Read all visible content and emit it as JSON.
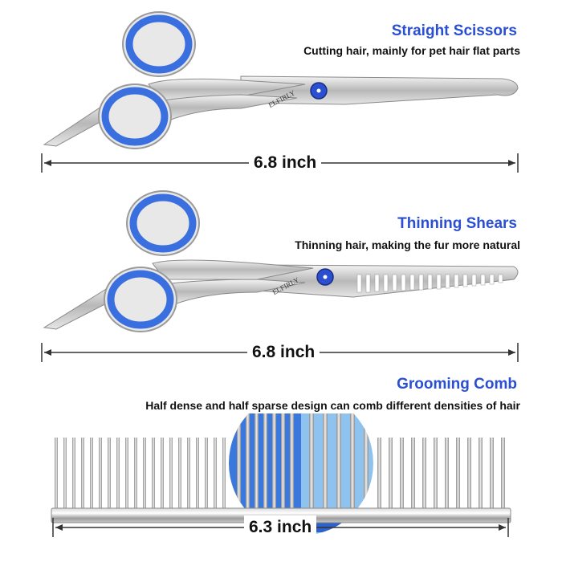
{
  "accent_color": "#2a4fd1",
  "ring_color": "#3a6fe0",
  "straight_scissors": {
    "title": "Straight Scissors",
    "description": "Cutting hair, mainly for pet hair flat parts",
    "brand": "ELFIRLY",
    "length": "6.8 inch"
  },
  "thinning_shears": {
    "title": "Thinning Shears",
    "description": "Thinning hair, making the fur more natural",
    "brand": "ELFIRLY",
    "length": "6.8 inch"
  },
  "grooming_comb": {
    "title": "Grooming Comb",
    "description": "Half dense and half sparse design can comb different densities of hair",
    "length": "6.3 inch"
  }
}
